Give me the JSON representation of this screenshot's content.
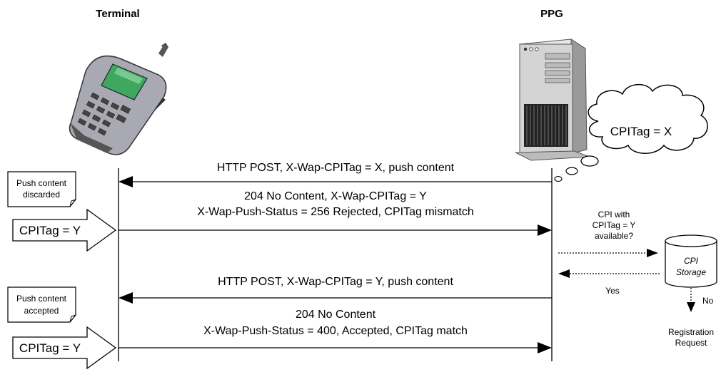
{
  "headers": {
    "terminal": "Terminal",
    "ppg": "PPG"
  },
  "cloud": {
    "label": "CPITag = X"
  },
  "messages": [
    {
      "line1": "HTTP POST, X-Wap-CPITag = X, push content",
      "direction": "to-terminal"
    },
    {
      "line1": "204 No Content, X-Wap-CPITag = Y",
      "line2": "X-Wap-Push-Status = 256 Rejected, CPITag mismatch",
      "direction": "to-ppg"
    },
    {
      "line1": "HTTP POST, X-Wap-CPITag = Y, push content",
      "direction": "to-terminal"
    },
    {
      "line1": "204 No Content",
      "line2": "X-Wap-Push-Status = 400, Accepted, CPITag match",
      "direction": "to-ppg"
    }
  ],
  "notes": {
    "discarded": {
      "line1": "Push content",
      "line2": "discarded"
    },
    "accepted": {
      "line1": "Push content",
      "line2": "accepted"
    }
  },
  "cpitag_arrows": {
    "first": "CPITag = Y",
    "second": "CPITag = Y"
  },
  "storage_query": {
    "line1": "CPI with",
    "line2": "CPITag = Y",
    "line3": "available?"
  },
  "storage": {
    "line1": "CPI",
    "line2": "Storage"
  },
  "yes_label": "Yes",
  "no_label": "No",
  "registration": {
    "line1": "Registration",
    "line2": "Request"
  },
  "colors": {
    "phone_screen": "#3fa860",
    "phone_body": "#a9a9b3",
    "server_body": "#d4d4d4"
  }
}
